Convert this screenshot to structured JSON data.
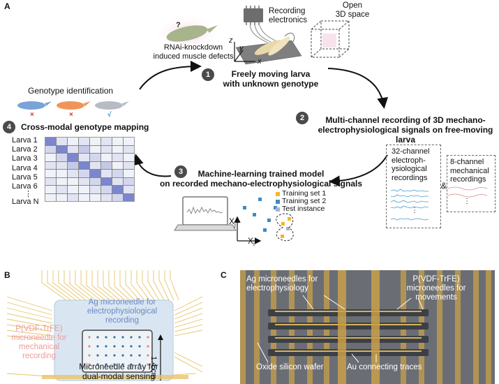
{
  "panel_a": {
    "letter": "A",
    "larva_question": "?",
    "rnai_label": "RNAi-knockdown\ninduced muscle defects",
    "recording_electronics": "Recording\nelectronics",
    "open_space": "Open\n3D space",
    "axes": {
      "z": "z",
      "y": "y",
      "x": "x"
    },
    "steps": [
      {
        "num": "1",
        "title": "Freely moving larva\nwith unknown genotype"
      },
      {
        "num": "2",
        "title": "Multi-channel recording of 3D mechano-\nelectrophysiological signals on free-moving larva"
      },
      {
        "num": "3",
        "title": "Machine-learning trained model\non recorded mechano-electrophysiological signals"
      },
      {
        "num": "4",
        "title": "Cross-modal genotype mapping"
      }
    ],
    "genotype_identification": "Genotype identification",
    "marks": [
      "×",
      "×",
      "√"
    ],
    "channel32": "32-channel\nelectroph-\nysiological\nrecordings",
    "ampersand": "&",
    "channel8": "8-channel\nmechanical\nrecordings",
    "legend": [
      "Training set 1",
      "Training set 2",
      "Test instance"
    ],
    "scatter_axes": {
      "xj": "X",
      "xj_sub": "j",
      "xi": "X",
      "xi_sub": "i"
    },
    "larva_rows": [
      "Larva 1",
      "Larva 2",
      "Larva 3",
      "Larva 4",
      "Larva 5",
      "Larva 6",
      "⋮",
      "Larva N"
    ],
    "heatmap_strength": [
      [
        0.9,
        0.2,
        0.1,
        0.2,
        0.1,
        0.2,
        0.1,
        0.1
      ],
      [
        0.3,
        0.9,
        0.2,
        0.4,
        0.1,
        0.2,
        0.1,
        0.2
      ],
      [
        0.1,
        0.3,
        0.9,
        0.2,
        0.3,
        0.1,
        0.2,
        0.1
      ],
      [
        0.2,
        0.2,
        0.4,
        0.9,
        0.2,
        0.4,
        0.1,
        0.2
      ],
      [
        0.1,
        0.1,
        0.2,
        0.3,
        0.9,
        0.2,
        0.3,
        0.1
      ],
      [
        0.2,
        0.1,
        0.1,
        0.2,
        0.3,
        0.9,
        0.2,
        0.3
      ],
      [
        0.1,
        0.2,
        0.1,
        0.1,
        0.2,
        0.3,
        0.9,
        0.2
      ],
      [
        0.1,
        0.1,
        0.2,
        0.1,
        0.1,
        0.2,
        0.3,
        0.9
      ]
    ],
    "colors": {
      "heat_high": "#6c79c7",
      "heat_low": "#ffffff",
      "train1": "#f3b52f",
      "train2": "#3a8cc8",
      "test": "#a9b2cc",
      "wave": "#4a9bd1",
      "mech_wave": "#d98a8a"
    }
  },
  "panel_b": {
    "letter": "B",
    "ag_label": "Ag microneedle for\nelectrophysiological\nrecording",
    "pvdf_label": "P(VDF-TrFE)\nmicroneedle for\nmechanical\nrecording",
    "array_label": "Microneedle array for\ndual-modal sensing",
    "scale": "1.4 cm"
  },
  "panel_c": {
    "letter": "C",
    "ag_label": "Ag microneedles for\nelectrophysiology",
    "pvdf_label": "P(VDF-TrFE)\nmicroneedles for\nmovements",
    "oxide_label": "Oxide silicon wafer",
    "au_label": "Au connecting traces"
  }
}
